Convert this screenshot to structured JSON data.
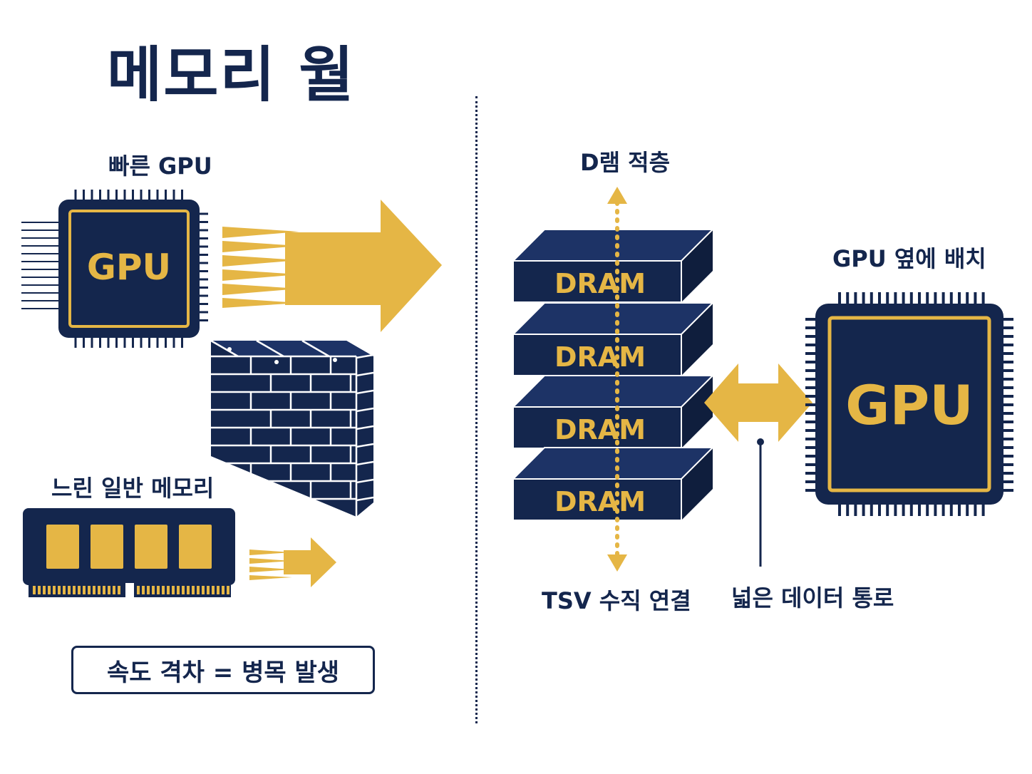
{
  "title": "메모리 월",
  "left": {
    "fast_gpu_label": "빠른 GPU",
    "gpu_chip_text": "GPU",
    "slow_memory_label": "느린 일반 메모리",
    "bottleneck_text": "속도 격차 = 병목 발생"
  },
  "right": {
    "stack_label": "D램 적층",
    "dram_layers": [
      "DRAM",
      "DRAM",
      "DRAM",
      "DRAM"
    ],
    "tsv_label": "TSV 수직 연결",
    "placement_label": "GPU 옆에 배치",
    "gpu_chip_text": "GPU",
    "bus_label": "넓은 데이터 통로"
  },
  "colors": {
    "navy": "#14264d",
    "gold": "#e5b645",
    "white": "#ffffff"
  }
}
